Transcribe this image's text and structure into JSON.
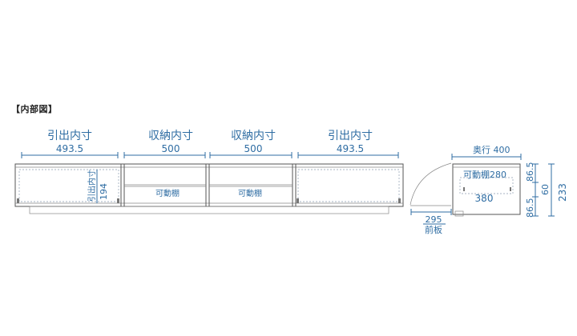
{
  "section": {
    "title": "【内部図】"
  },
  "front_view": {
    "drawer_left": {
      "title": "引出内寸",
      "width": "493.5"
    },
    "shelf_center_l": {
      "title": "収納内寸",
      "width": "500"
    },
    "shelf_center_r": {
      "title": "収納内寸",
      "width": "500"
    },
    "drawer_right": {
      "title": "引出内寸",
      "width": "493.5"
    },
    "drawer_height": {
      "label": "引出内寸",
      "value": "194"
    },
    "movable_shelf_l": "可動棚",
    "movable_shelf_r": "可動棚"
  },
  "side_view": {
    "depth_label": "奥行",
    "depth_value": "400",
    "movable_shelf": "可動棚",
    "movable_shelf_depth": "280",
    "inner_depth": "380",
    "front_panel_value": "295",
    "front_panel_label": "前板",
    "height_top": "86.5",
    "height_mid": "60",
    "height_bottom": "86.5",
    "height_total": "233"
  },
  "colors": {
    "dimension": "#2f6da3",
    "outline": "#555555"
  }
}
